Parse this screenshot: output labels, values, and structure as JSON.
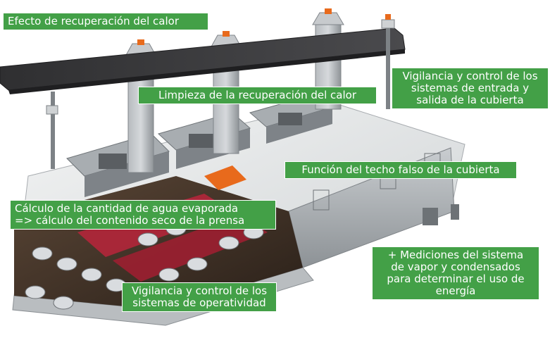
{
  "labels": {
    "heat_recovery_effect": "Efecto de recuperación del calor",
    "heat_recovery_cleaning": "Limpieza de la recuperación del calor",
    "hood_monitoring": "Vigilancia y control de los\nsistemas de entrada y\nsalida de la cubierta",
    "false_ceiling": "Función del techo falso de la cubierta",
    "evaporated_water": "Cálculo de la cantidad de agua evaporada\n=> cálculo del contenido seco de la prensa",
    "operability_monitoring": "Vigilancia y control de los\nsistemas de operatividad",
    "steam_measurements": "+ Mediciones del sistema\nde vapor y condensados\npara determinar el uso de\nenergía"
  },
  "colors": {
    "label_bg": "#43a047",
    "machine_gray": "#9ea3a6",
    "roof": "#3d3d3f",
    "felt_red": "#b3263a",
    "paper_white": "#e9eaeb",
    "frame_brown": "#8a6a4a",
    "heater_orange": "#e86a1c"
  }
}
